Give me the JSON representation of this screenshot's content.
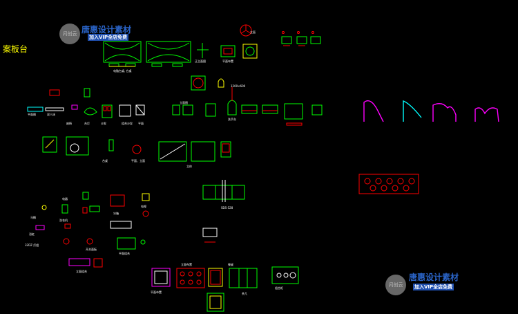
{
  "title": "案板台",
  "watermark": {
    "badge": "闪创云",
    "line1": "唐惠设计素材",
    "line2": "加入VIP全店免费"
  },
  "labels": [
    {
      "text": "电脑台桌, 台桌"
    },
    {
      "text": "正立面图"
    },
    {
      "text": "平面布置"
    },
    {
      "text": "立面"
    },
    {
      "text": "平面图"
    },
    {
      "text": "双人床"
    },
    {
      "text": "1200×600"
    },
    {
      "text": "立面图"
    },
    {
      "text": "座椅"
    },
    {
      "text": "台灯"
    },
    {
      "text": "沙发"
    },
    {
      "text": "组合沙发"
    },
    {
      "text": "平面"
    },
    {
      "text": "洗手台"
    },
    {
      "text": "台桌"
    },
    {
      "text": "平面、立面"
    },
    {
      "text": "立体"
    },
    {
      "text": "SDS-528"
    },
    {
      "text": "电器"
    },
    {
      "text": "电视"
    },
    {
      "text": "冰箱"
    },
    {
      "text": "马桶"
    },
    {
      "text": "洗衣机"
    },
    {
      "text": "浴缸"
    },
    {
      "text": "32DZ 灯组"
    },
    {
      "text": "开关面板"
    },
    {
      "text": "平面组合"
    },
    {
      "text": "立面组合"
    },
    {
      "text": "平面布置"
    },
    {
      "text": "立面布置"
    },
    {
      "text": "餐桌"
    },
    {
      "text": "茶几"
    },
    {
      "text": "组合柜"
    }
  ],
  "colors": {
    "background": "#000000",
    "green": "#00ff00",
    "red": "#ff0000",
    "magenta": "#ff00ff",
    "yellow": "#ffff00",
    "cyan": "#00ffff",
    "white": "#ffffff"
  }
}
